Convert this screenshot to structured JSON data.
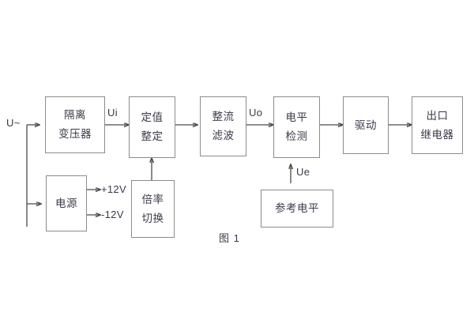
{
  "figure": {
    "caption": "图 1",
    "colors": {
      "box_border": "#8c8c8c",
      "wire": "#4a4a4a",
      "text": "#3a3a4a",
      "background": "#ffffff"
    }
  },
  "blocks": [
    {
      "id": "isolation-transformer",
      "line1": "隔离",
      "line2": "变压器"
    },
    {
      "id": "setpoint-adjust",
      "line1": "定值",
      "line2": "整定"
    },
    {
      "id": "rectify-filter",
      "line1": "整流",
      "line2": "滤波"
    },
    {
      "id": "level-detect",
      "line1": "电平",
      "line2": "检测"
    },
    {
      "id": "drive",
      "line1": "驱动",
      "line2": ""
    },
    {
      "id": "output-relay",
      "line1": "出口",
      "line2": "继电器"
    },
    {
      "id": "power-supply",
      "line1": "电源",
      "line2": ""
    },
    {
      "id": "multiplier-switch",
      "line1": "倍率",
      "line2": "切换"
    },
    {
      "id": "reference-level",
      "line1": "参考电平",
      "line2": ""
    }
  ],
  "signals": {
    "input_ac": "U~",
    "ui": "Ui",
    "uo": "Uo",
    "ue": "Ue",
    "rail_positive": "+12V",
    "rail_negative": "-12V"
  }
}
